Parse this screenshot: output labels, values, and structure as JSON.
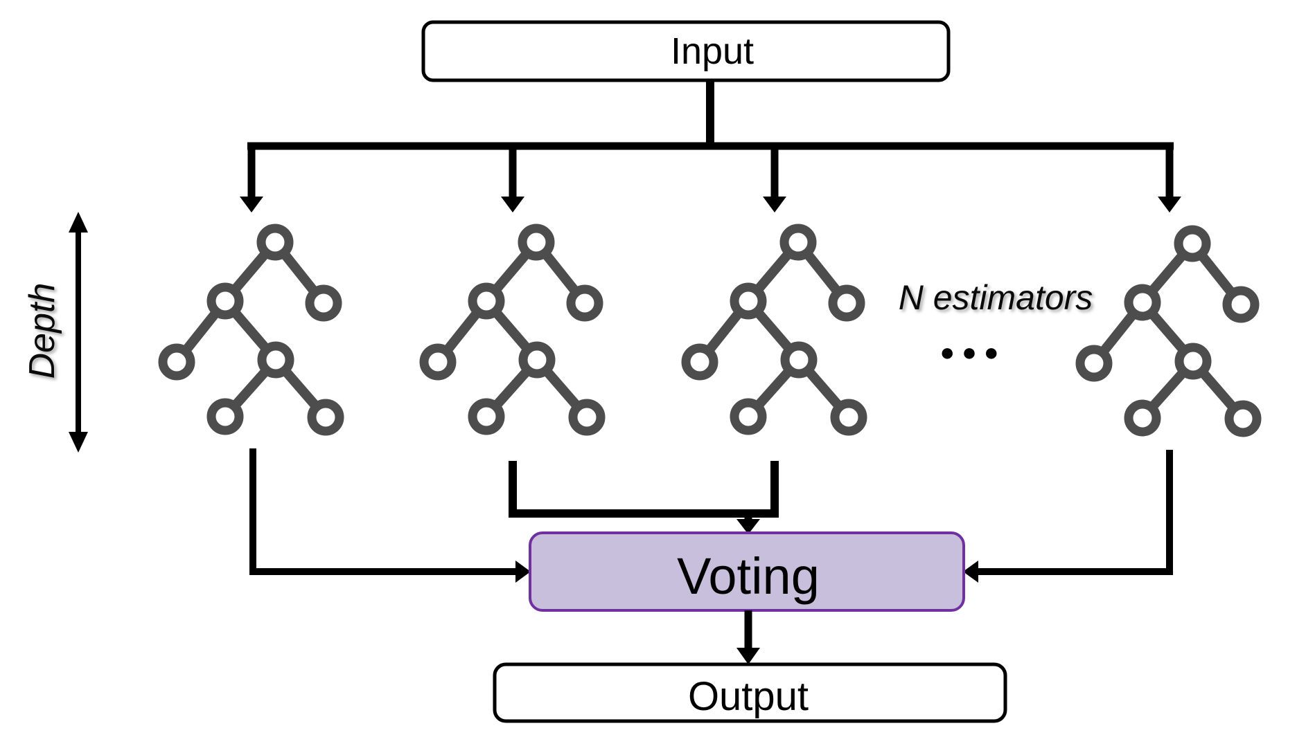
{
  "input": {
    "label": "Input"
  },
  "voting": {
    "label": "Voting"
  },
  "output": {
    "label": "Output"
  },
  "labels": {
    "depth": "Depth",
    "n_estimators": "N estimators",
    "ellipsis": "●●●"
  },
  "colors": {
    "tree": "#4d4d4d",
    "voting_fill": "#c8bfdc",
    "voting_border": "#7030a0",
    "line": "#000000"
  },
  "structure": {
    "estimators_shown": 4,
    "nodes_per_tree": 7
  }
}
